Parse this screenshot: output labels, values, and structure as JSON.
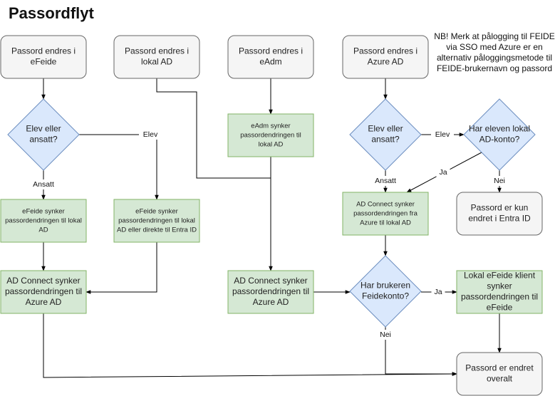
{
  "title": "Passordflyt",
  "note": "NB! Merk at pålogging til FEIDE via SSO med Azure er en alternativ påloggingsmetode til FEIDE-brukernavn og passord",
  "colors": {
    "start_fill": "#f5f5f5",
    "start_stroke": "#666666",
    "decision_fill": "#dae8fc",
    "decision_stroke": "#6c8ebf",
    "process_fill": "#d5e8d4",
    "process_stroke": "#82b366",
    "edge": "#000000"
  },
  "nodes": {
    "start_efeide": [
      "Passord endres i",
      "eFeide"
    ],
    "start_lokal": [
      "Passord endres i",
      "lokal AD"
    ],
    "start_eadm": [
      "Passord endres i",
      "eAdm"
    ],
    "start_azure": [
      "Passord endres i",
      "Azure AD"
    ],
    "dec_elev_1": [
      "Elev eller",
      "ansatt?"
    ],
    "dec_elev_2": [
      "Elev eller",
      "ansatt?"
    ],
    "dec_lokal_konto": [
      "Har eleven lokal",
      "AD-konto?"
    ],
    "dec_feidekonto": [
      "Har brukeren",
      "Feidekonto?"
    ],
    "proc_eadm_synk": [
      "eAdm synker",
      "passordendringen til",
      "lokal AD"
    ],
    "proc_efeide_lokal": [
      "eFeide synker",
      "passordendringen til lokal",
      "AD"
    ],
    "proc_efeide_entra": [
      "eFeide synker",
      "passordendringen til lokal",
      "AD eller direkte til Entra ID"
    ],
    "proc_adc_1": [
      "AD Connect synker",
      "passordendringen til",
      "Azure AD"
    ],
    "proc_adc_2": [
      "AD Connect synker",
      "passordendringen til",
      "Azure AD"
    ],
    "proc_adc_fra_azure": [
      "AD Connect synker",
      "passordendringen fra",
      "Azure til lokal AD"
    ],
    "proc_lokal_klient": [
      "Lokal eFeide klient",
      "synker",
      "passordendringen til",
      "eFeide"
    ],
    "end_entra": [
      "Passord er kun",
      "endret i Entra ID"
    ],
    "end_overalt": [
      "Passord er endret",
      "overalt"
    ]
  },
  "edge_labels": {
    "elev_1": "Elev",
    "ansatt_1": "Ansatt",
    "elev_2": "Elev",
    "ansatt_2": "Ansatt",
    "ja_lokal": "Ja",
    "nei_lokal": "Nei",
    "ja_feide": "Ja",
    "nei_feide": "Nei"
  }
}
